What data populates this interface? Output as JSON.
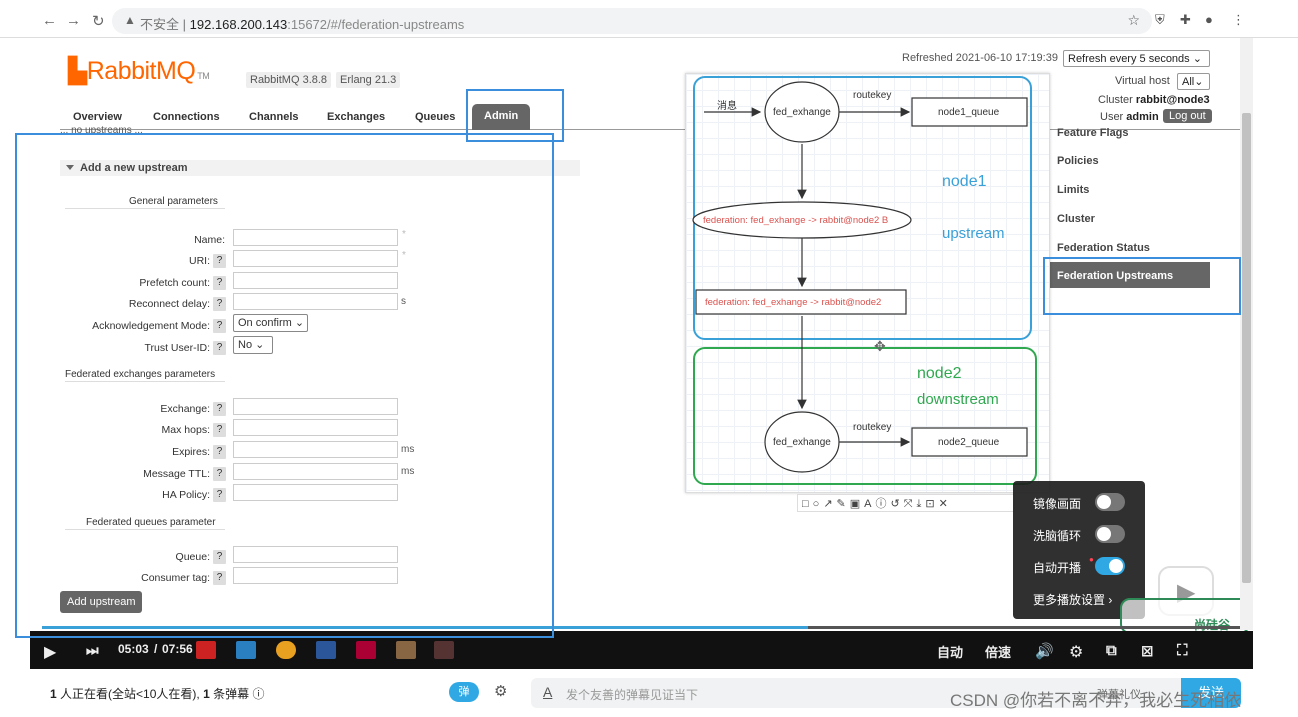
{
  "browser": {
    "security": "不安全",
    "host": "192.168.200.143",
    "port_path": ":15672/#/federation-upstreams"
  },
  "header": {
    "logo": "RabbitMQ",
    "logo_tm": "TM",
    "version": "RabbitMQ 3.8.8",
    "erlang": "Erlang 21.3",
    "refreshed": "Refreshed 2021-06-10 17:19:39",
    "refresh_select": "Refresh every 5 seconds",
    "vhost_label": "Virtual host",
    "vhost_value": "All",
    "cluster_label": "Cluster",
    "cluster_value": "rabbit@node3",
    "user_label": "User",
    "user_value": "admin",
    "logout": "Log out"
  },
  "tabs": [
    "Overview",
    "Connections",
    "Channels",
    "Exchanges",
    "Queues",
    "Admin"
  ],
  "sidebar": {
    "items": [
      "Feature Flags",
      "Policies",
      "Limits",
      "Cluster",
      "Federation Status"
    ],
    "active": "Federation Upstreams"
  },
  "form": {
    "no_upstreams": "... no upstreams ...",
    "section": "Add a new upstream",
    "general": "General parameters",
    "name": "Name:",
    "uri": "URI:",
    "prefetch": "Prefetch count:",
    "reconnect": "Reconnect delay:",
    "ack": "Acknowledgement Mode:",
    "ack_value": "On confirm",
    "trust": "Trust User-ID:",
    "trust_value": "No",
    "exchanges_group": "Federated exchanges parameters",
    "exchange": "Exchange:",
    "maxhops": "Max hops:",
    "expires": "Expires:",
    "ttl": "Message TTL:",
    "ha": "HA Policy:",
    "queues_group": "Federated queues parameter",
    "queue": "Queue:",
    "consumer": "Consumer tag:",
    "help": "?",
    "star": "*",
    "unit_s": "s",
    "unit_ms": "ms",
    "add_button": "Add upstream"
  },
  "diagram": {
    "msg": "消息",
    "fed_exchange": "fed_exhange",
    "routekey": "routekey",
    "node1_queue": "node1_queue",
    "fed_upstream_ellipse": "federation: fed_exhange -> rabbit@node2 B",
    "fed_box": "federation: fed_exhange -> rabbit@node2",
    "node1": "node1",
    "upstream": "upstream",
    "node2": "node2",
    "downstream": "downstream",
    "fed_exchange2": "fed_exhange",
    "routekey2": "routekey",
    "node2_queue": "node2_queue"
  },
  "player": {
    "current": "05:03",
    "sep": "/",
    "total": "07:56",
    "auto": "自动",
    "speed": "倍速",
    "settings": {
      "mirror": "镜像画面",
      "loop": "洗脑循环",
      "autoplay": "自动开播",
      "more": "更多播放设置"
    },
    "watermark": "尚硅谷"
  },
  "bottom": {
    "watching_count": "1",
    "watching": "人正在看(全站<10人在看),",
    "danmaku_count": "1",
    "danmaku": "条弹幕",
    "danmaku_toggle": "弹",
    "placeholder": "发个友善的弹幕见证当下",
    "etiquette": "弹幕礼仪",
    "send": "发送",
    "csdn": "CSDN @你若不离不弃，我必生死相依"
  },
  "colors": {
    "rabbit_orange": "#ff6600",
    "tab_active": "#666666",
    "highlight_blue": "#3a8edb",
    "node1_blue": "#3aa0d8",
    "node2_green": "#2fa84f",
    "fed_red": "#d9534f"
  }
}
